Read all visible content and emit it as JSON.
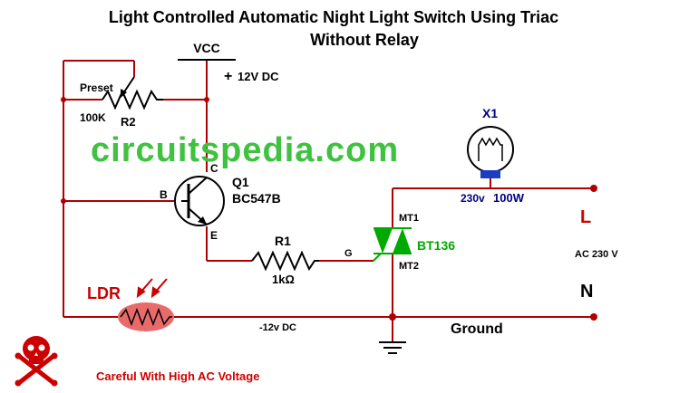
{
  "title": {
    "line1": "Light Controlled Automatic Night Light Switch Using Triac",
    "line2": "Without Relay"
  },
  "watermark": "circuitspedia.com",
  "labels": {
    "vcc": "VCC",
    "plus": "+",
    "supply": "12V DC",
    "preset": "Preset",
    "r2_value": "100K",
    "r2_name": "R2",
    "q1_name": "Q1",
    "q1_part": "BC547B",
    "pin_b": "B",
    "pin_c": "C",
    "pin_e": "E",
    "r1_name": "R1",
    "r1_value": "1kΩ",
    "gate": "G",
    "mt1": "MT1",
    "mt2": "MT2",
    "triac_part": "BT136",
    "lamp_name": "X1",
    "lamp_volt": "230v",
    "lamp_watt": "100W",
    "live": "L",
    "neutral": "N",
    "ac": "AC 230 V",
    "ground": "Ground",
    "minus12": "-12v DC",
    "ldr": "LDR",
    "warning": "Careful With High AC Voltage"
  },
  "icons": [
    "skull-crossbones-icon",
    "light-arrow-icon",
    "ground-symbol-icon",
    "lamp-bulb-icon"
  ],
  "colors": {
    "wire": "#b00000",
    "text": "#000000",
    "watermark": "#3fc23f",
    "triac": "#00aa00",
    "lamp_label": "#000080",
    "ldr_fill": "#e86a6a",
    "warning": "#cc0000",
    "live_text": "#cc0000"
  }
}
